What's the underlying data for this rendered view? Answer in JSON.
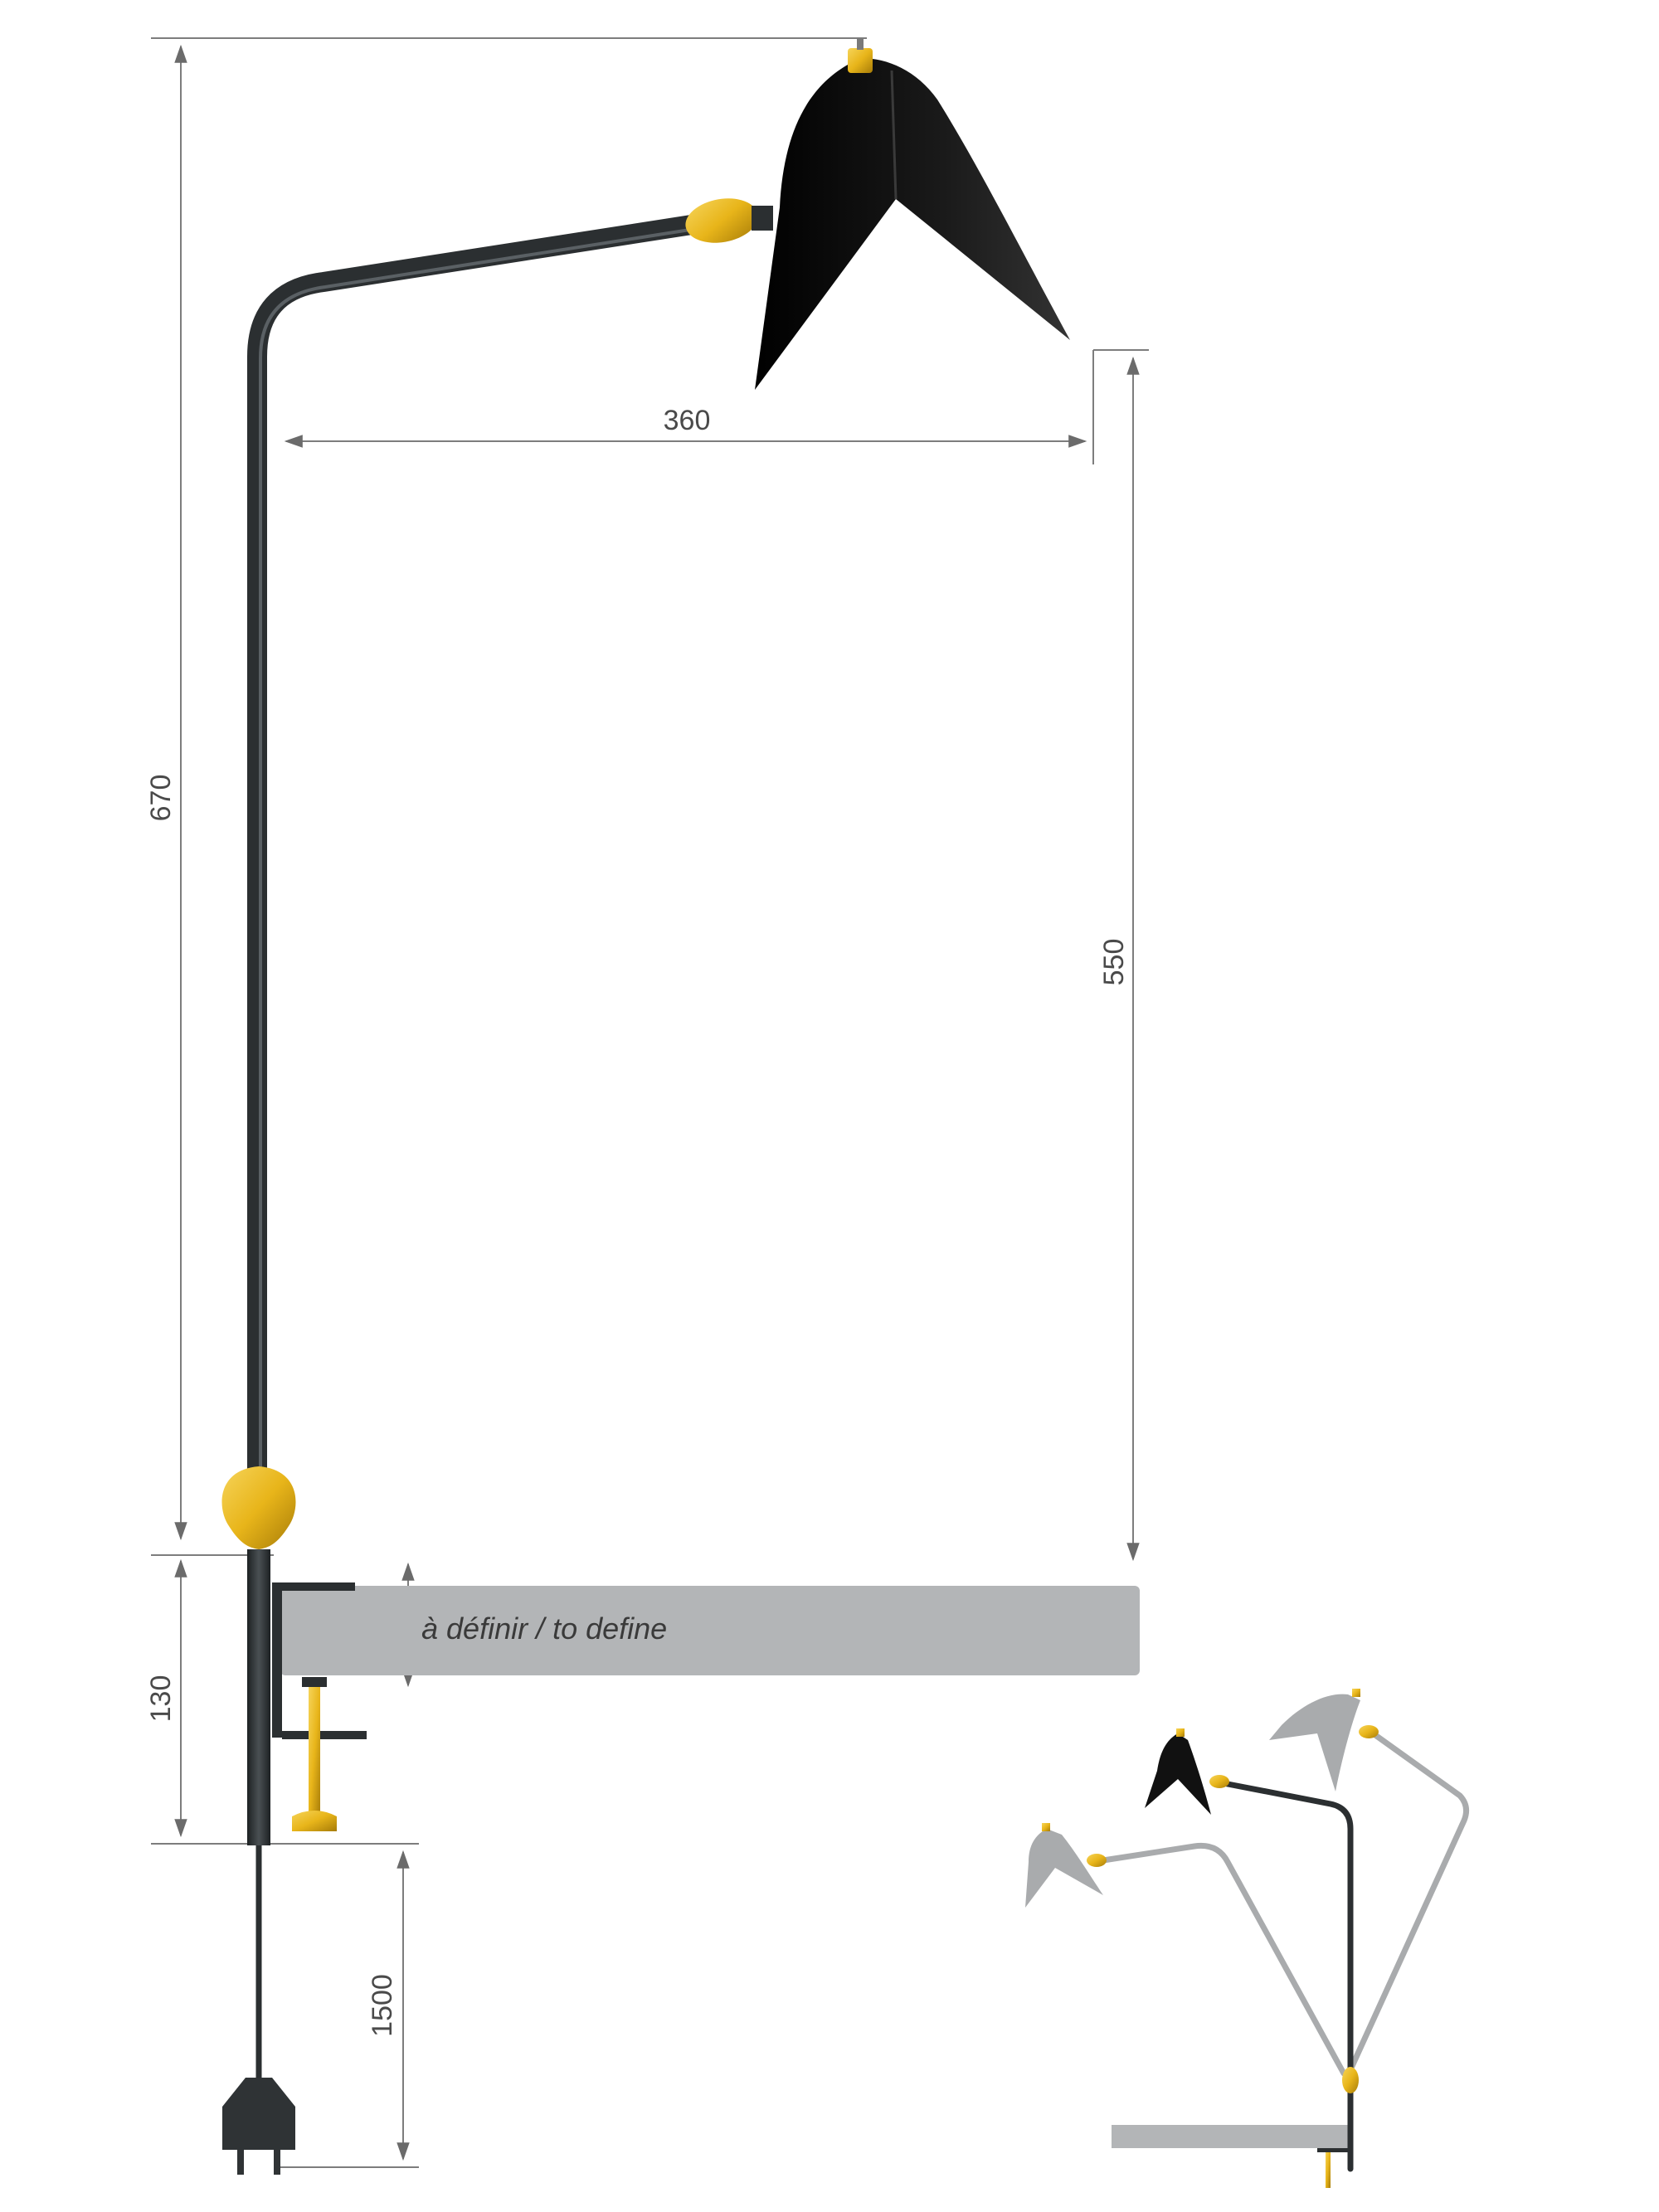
{
  "dimensions": {
    "total_height": "670",
    "arm_reach": "360",
    "drop_height": "550",
    "clamp_height": "130",
    "cable_length": "1500"
  },
  "clamp_label": "à définir / to define",
  "colors": {
    "metal": "#2b2f31",
    "brass": "#e8b51a",
    "shade": "#0f0f0f",
    "desk": "#b3b5b7",
    "dimension_line": "#7d7d7d",
    "ghost": "#a9abad"
  },
  "icons": [
    "lamp-shade-icon",
    "brass-joint-icon",
    "clamp-screw-icon",
    "plug-icon"
  ]
}
